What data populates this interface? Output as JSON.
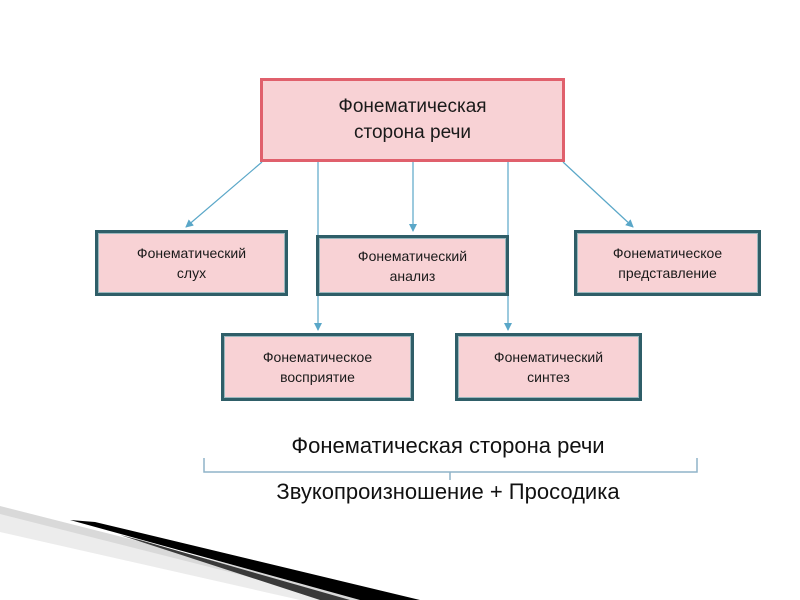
{
  "diagram": {
    "root": {
      "label": "Фонематическая\nсторона речи"
    },
    "children": [
      {
        "id": "sluh",
        "label": "Фонематический\nслух"
      },
      {
        "id": "analiz",
        "label": "Фонематический\nанализ"
      },
      {
        "id": "predst",
        "label": "Фонематическое\nпредставление"
      },
      {
        "id": "vospr",
        "label": "Фонематическое\nвосприятие"
      },
      {
        "id": "sintez",
        "label": "Фонематический\nсинтез"
      }
    ]
  },
  "formula": {
    "top": "Фонематическая сторона речи",
    "bottom": "Звукопроизношение + Просодика"
  },
  "colors": {
    "box_fill": "#f8d2d5",
    "root_border": "#e0606c",
    "child_border": "#2f5e68",
    "arrow": "#5aa7c8",
    "brace": "#8fb3c9"
  }
}
